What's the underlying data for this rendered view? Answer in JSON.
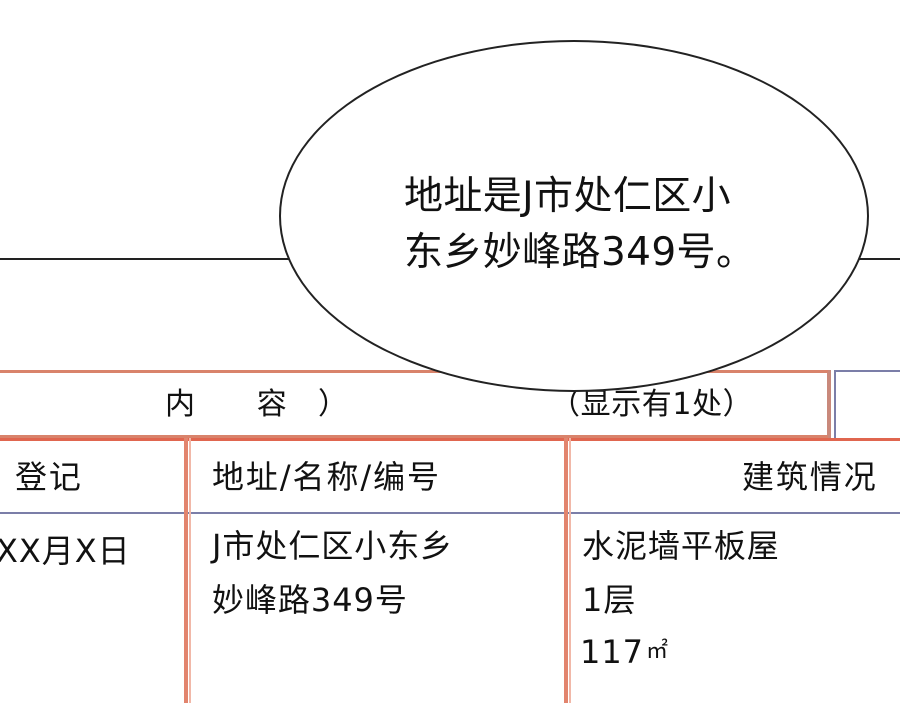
{
  "speech_bubble": {
    "line_1": "地址是J市处仁区小",
    "line_2": "东乡妙峰路349号。"
  },
  "table": {
    "title_row": {
      "left_part": "内　　容　）",
      "right_part": "（显示有1处）"
    },
    "headers": {
      "col_1": "登记",
      "col_2": "地址/名称/编号",
      "col_3": "建筑情况"
    },
    "row_1": {
      "date": "XX月X日",
      "address_line_1": "J市处仁区小东乡",
      "address_line_2": "妙峰路349号",
      "building_line_1": "水泥墙平板屋",
      "building_line_2": "1层",
      "area_value": "117",
      "area_unit": "㎡"
    }
  },
  "colors": {
    "background": "#ffffff",
    "text": "#111111",
    "line": "#222222",
    "table_border_primary": "#e2846d",
    "table_border_secondary": "#7b7ea8",
    "table_border_soft": "#f1b8a8"
  }
}
